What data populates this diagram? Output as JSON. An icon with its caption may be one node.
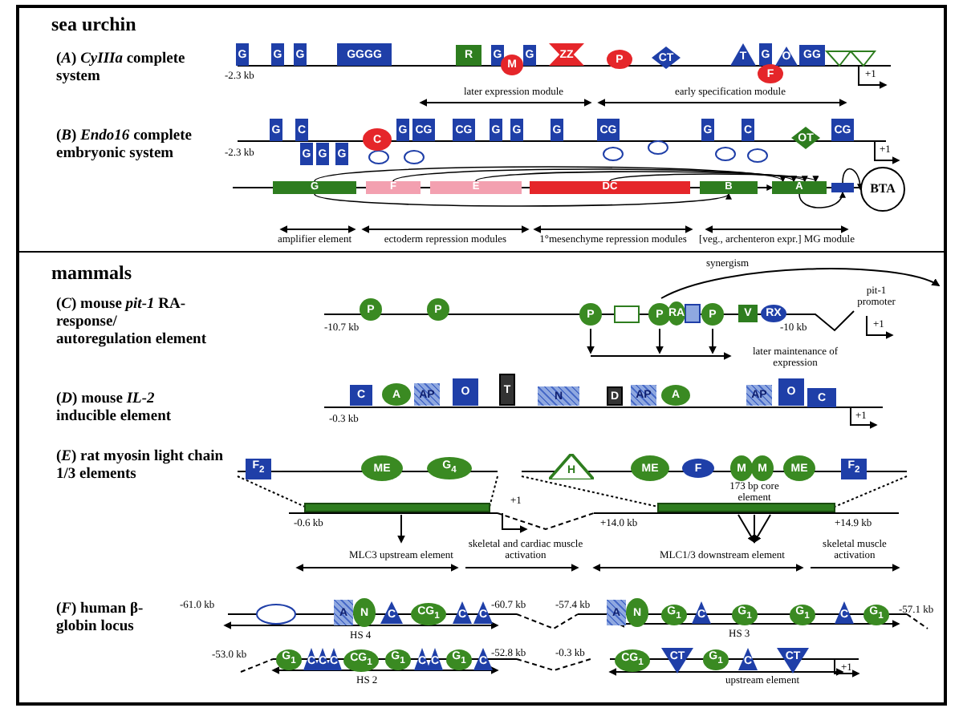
{
  "diagram": {
    "nodes": [
      {
        "text": [
          "G"
        ]
      },
      {
        "text": [
          "F"
        ]
      },
      {
        "text": [
          "E"
        ]
      },
      {
        "text": [
          "DC"
        ]
      },
      {
        "text": [
          "B"
        ]
      },
      {
        "text": [
          "A"
        ]
      },
      {
        "text": [],
        "shape": "box"
      },
      {
        "text": [
          "BTA"
        ]
      }
    ],
    "edges": [
      {
        "from": 0,
        "to": 5,
        "arrow": "to"
      },
      {
        "from": 1,
        "to": 5,
        "arrow": "to"
      },
      {
        "from": 2,
        "to": 5,
        "arrow": "to"
      },
      {
        "from": 3,
        "to": 5,
        "arrow": "to"
      },
      {
        "from": 0,
        "to": 4,
        "arrow": "to"
      },
      {
        "from": 4,
        "to": 5,
        "arrow": "to"
      },
      {
        "from": 5,
        "to": 6,
        "arrow": "to"
      },
      {
        "from": 6,
        "to": 7,
        "arrow": "to"
      }
    ],
    "labels": [
      "sea urchin",
      "(*A*) *CyIIIa* complete system",
      "-2.3 kb",
      "G",
      "G",
      "G",
      "GGGG",
      "R",
      "G",
      "M",
      "G",
      "ZZ",
      "P",
      "CT",
      "T",
      "G",
      "F",
      "O",
      "GG",
      "later expression module",
      "early specification module",
      "+1",
      "(*B*) *Endo16* complete embryonic system",
      "-2.3 kb",
      "G",
      "C",
      "G",
      "G",
      "G",
      "C",
      "G",
      "CG",
      "CG",
      "G",
      "G",
      "G",
      "CG",
      "G",
      "C",
      "OT",
      "CG",
      "+1",
      "amplifier element",
      "ectoderm repression modules",
      "1°mesenchyme repression modules",
      "[veg., archenteron expr.] MG module",
      "mammals",
      "(*C*) mouse *pit-1* RA-response/ autoregulation element",
      "synergism",
      "pit-1 promoter",
      "P",
      "P",
      "P",
      "P",
      "RA",
      "P",
      "V",
      "RX",
      "-10.7 kb",
      "-10 kb",
      "+1",
      "later maintenance of expression",
      "(*D*) mouse *IL-2* inducible element",
      "-0.3 kb",
      "C",
      "A",
      "AP",
      "O",
      "T",
      "N",
      "D",
      "AP",
      "A",
      "AP",
      "O",
      "C",
      "+1",
      "(*E*) rat myosin light chain 1/3 elements",
      "F$_{2}$",
      "ME",
      "G$_{4}$",
      "H",
      "ME",
      "F",
      "M",
      "M",
      "ME",
      "F$_{2}$",
      "173 bp core element",
      "-0.6 kb",
      "+1",
      "+14.0 kb",
      "+14.9 kb",
      "skeletal and cardiac muscle activation",
      "skeletal muscle activation",
      "MLC3 upstream element",
      "MLC1/3 downstream element",
      "(*F*) human β-globin locus",
      "-61.0 kb",
      "A",
      "N",
      "C",
      "CG$_{1}$",
      "C",
      "C",
      "-60.7 kb",
      "HS 4",
      "-57.4 kb",
      "A",
      "N",
      "G$_{1}$",
      "C",
      "G$_{1}$",
      "G$_{1}$",
      "C",
      "G$_{1}$",
      "-57.1 kb",
      "HS 3",
      "-53.0 kb",
      "G$_{1}$",
      "C",
      "C",
      "C",
      "CG$_{1}$",
      "G$_{1}$",
      "C",
      "C",
      "G$_{1}$",
      "C",
      "-52.8 kb",
      "HS 2",
      "-0.3 kb",
      "CG$_{1}$",
      "CT",
      "G$_{1}$",
      "C",
      "CT",
      "upstream element",
      "+1"
    ]
  }
}
